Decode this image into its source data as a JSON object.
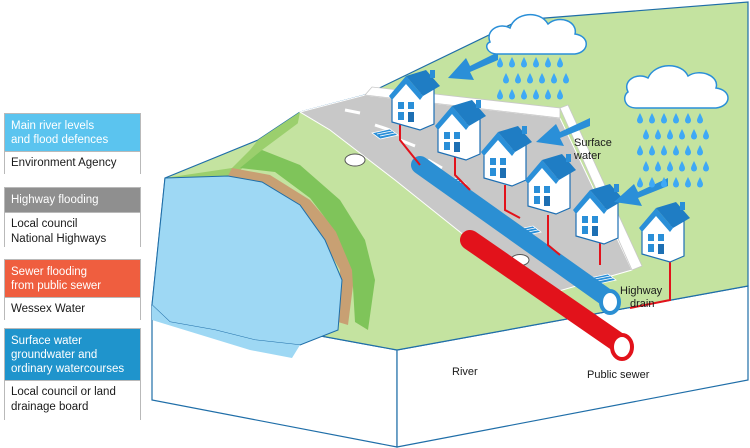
{
  "legend": [
    {
      "title": "Main river levels and flood defences",
      "title_lines": [
        "Main river levels",
        "and flood defences"
      ],
      "body_lines": [
        "Environment Agency"
      ],
      "color": "#5bc4ef"
    },
    {
      "title": "Highway flooding",
      "title_lines": [
        "Highway flooding"
      ],
      "body_lines": [
        "Local council",
        "National Highways"
      ],
      "color": "#8f8f8f"
    },
    {
      "title": "Sewer flooding from public sewer",
      "title_lines": [
        "Sewer flooding",
        "from public sewer"
      ],
      "body_lines": [
        "Wessex Water"
      ],
      "color": "#ef5e3f"
    },
    {
      "title": "Surface water groundwater and ordinary watercourses",
      "title_lines": [
        "Surface water",
        "groundwater and",
        "ordinary watercourses"
      ],
      "body_lines": [
        "Local council or land",
        "drainage board"
      ],
      "color": "#1f94cc"
    }
  ],
  "labels": {
    "surface_water": [
      "Surface",
      "water"
    ],
    "highway_drain": [
      "Highway",
      "drain"
    ],
    "river": "River",
    "public_sewer": "Public sewer"
  },
  "colors": {
    "river_blue": "#9ed8f4",
    "grass_green": "#c4e3a0",
    "bank_green": "#7fc45a",
    "road_grey": "#c8c8c8",
    "drain_blue": "#2b8fd3",
    "sewer_red": "#e2121b",
    "rain_blue": "#3fa9f5",
    "house_blue": "#2a8fd8"
  },
  "icons": [
    "cloud-icon",
    "raindrop-icon",
    "house-icon",
    "arrow-icon",
    "manhole-icon",
    "gully-grate-icon"
  ]
}
